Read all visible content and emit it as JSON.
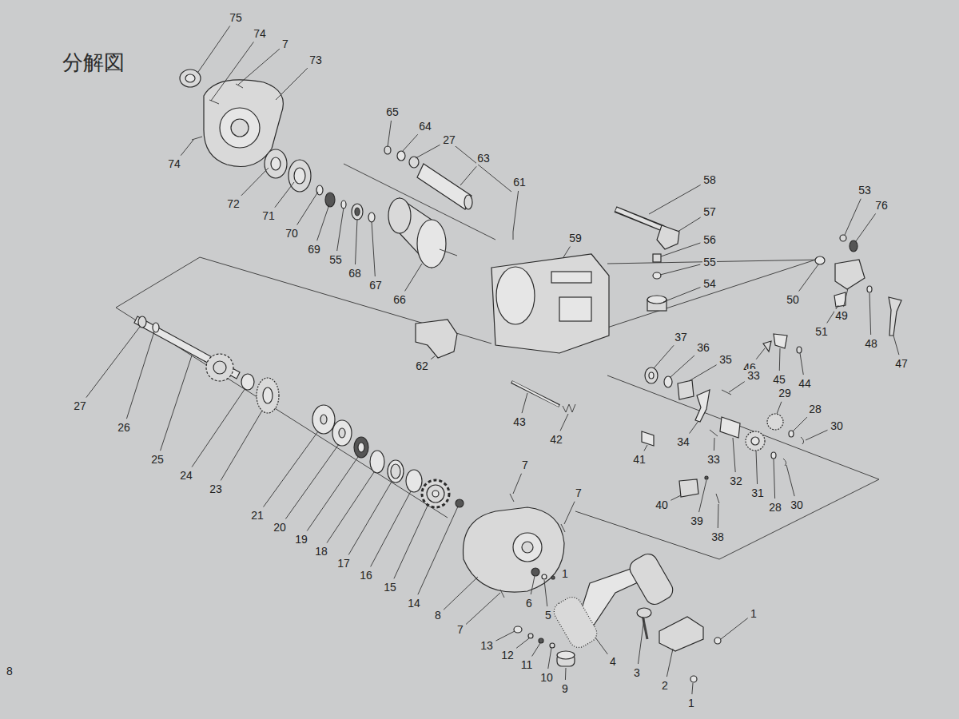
{
  "diagram": {
    "title": "分解図",
    "labels": [
      "75",
      "74",
      "7",
      "73",
      "74",
      "72",
      "71",
      "70",
      "69",
      "55",
      "68",
      "67",
      "66",
      "65",
      "64",
      "27",
      "63",
      "61",
      "59",
      "58",
      "57",
      "56",
      "55",
      "54",
      "53",
      "76",
      "50",
      "49",
      "51",
      "48",
      "47",
      "37",
      "36",
      "35",
      "46",
      "33",
      "45",
      "44",
      "29",
      "28",
      "30",
      "62",
      "43",
      "42",
      "41",
      "34",
      "33",
      "32",
      "31",
      "28",
      "30",
      "40",
      "39",
      "38",
      "27",
      "26",
      "25",
      "24",
      "23",
      "21",
      "20",
      "19",
      "18",
      "17",
      "16",
      "15",
      "14",
      "8",
      "7",
      "7",
      "7",
      "1",
      "6",
      "5",
      "13",
      "12",
      "11",
      "10",
      "9",
      "4",
      "3",
      "2",
      "1",
      "1",
      "8"
    ]
  }
}
